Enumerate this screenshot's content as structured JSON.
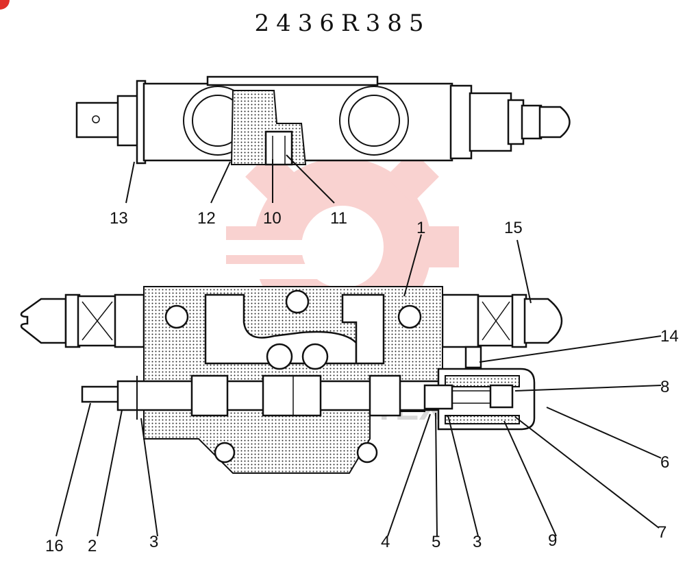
{
  "drawing": {
    "part_number": "2436R385",
    "watermark_text": "ИНТЕХ",
    "colors": {
      "ink": "#111111",
      "watermark": "#e8352f",
      "corner_mark": "#e0302a"
    }
  },
  "callouts": {
    "c1": "1",
    "c2": "2",
    "c3a": "3",
    "c3b": "3",
    "c4": "4",
    "c5": "5",
    "c6": "6",
    "c7": "7",
    "c8": "8",
    "c9": "9",
    "c10": "10",
    "c11": "11",
    "c12": "12",
    "c13": "13",
    "c14": "14",
    "c15": "15",
    "c16": "16"
  }
}
